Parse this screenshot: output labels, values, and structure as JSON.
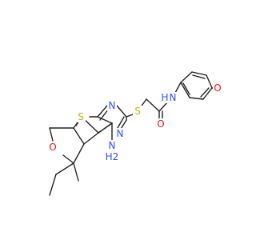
{
  "diagram": {
    "type": "chemical-structure",
    "background_color": "#ffffff",
    "bond_color": "#222222",
    "element_colors": {
      "N": "#3050F8",
      "O": "#FF0D0D",
      "S": "#C8B400",
      "H": "#3050F8"
    },
    "atom_labels": {
      "amine_n": "N",
      "amine_h2": "H2",
      "ring_n1": "N",
      "ring_n3": "N",
      "thiophene_s": "S",
      "thioether_s": "S",
      "pyran_o": "O",
      "carbonyl_o": "O",
      "amide_n": "N",
      "amide_h": "H",
      "methoxy_o": "O"
    }
  }
}
